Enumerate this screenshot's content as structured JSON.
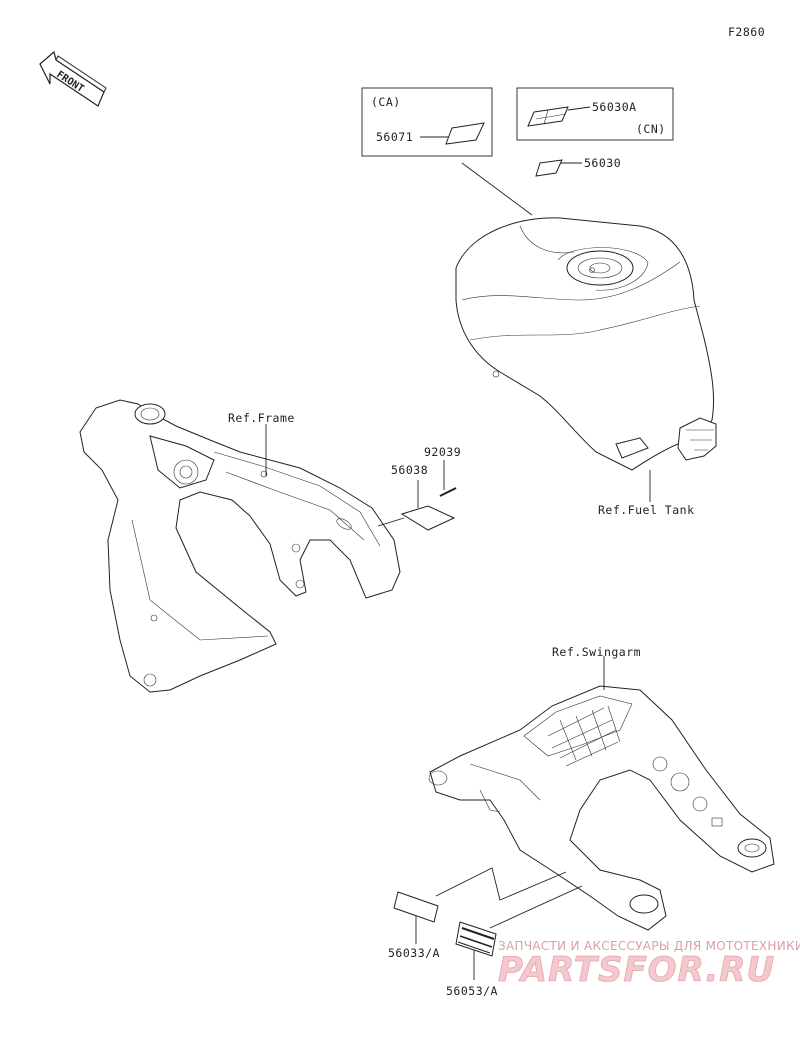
{
  "diagram": {
    "code": "F2860",
    "front_label": "FRONT",
    "boxes": {
      "ca": {
        "tag": "(CA)",
        "part": "56071"
      },
      "cn": {
        "tag": "(CN)",
        "part": "56030A"
      }
    },
    "parts": {
      "p56030": "56030",
      "p92039": "92039",
      "p56038": "56038",
      "p56033": "56033/A",
      "p56053": "56053/A"
    },
    "refs": {
      "frame": "Ref.Frame",
      "fuel_tank": "Ref.Fuel Tank",
      "swingarm": "Ref.Swingarm"
    }
  },
  "watermark": {
    "line1": "ЗАПЧАСТИ И АКСЕССУАРЫ ДЛЯ МОТОТЕХНИКИ",
    "line2": "PARTSFOR.RU"
  }
}
